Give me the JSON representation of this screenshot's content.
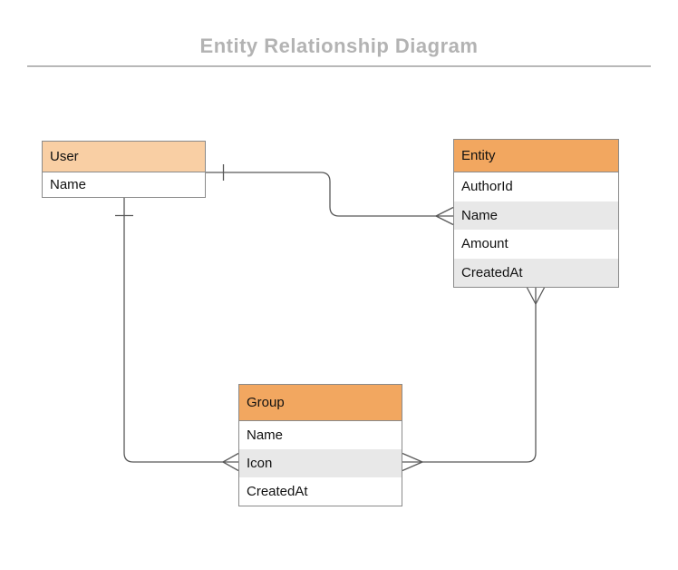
{
  "title": "Entity Relationship Diagram",
  "colors": {
    "user_header": "#f9cfa4",
    "entity_header": "#f2a760",
    "group_header": "#f2a760",
    "row_stripe": "#e8e8e8",
    "table_border": "#8a8a8a",
    "connector": "#595959",
    "title_text": "#b3b3b3",
    "divider": "#b8b8b8"
  },
  "tables": [
    {
      "name": "User",
      "rows": [
        {
          "label": "Name"
        }
      ]
    },
    {
      "name": "Entity",
      "rows": [
        {
          "label": "AuthorId"
        },
        {
          "label": "Name"
        },
        {
          "label": "Amount"
        },
        {
          "label": "CreatedAt"
        }
      ]
    },
    {
      "name": "Group",
      "rows": [
        {
          "label": "Name"
        },
        {
          "label": "Icon"
        },
        {
          "label": "CreatedAt"
        }
      ]
    }
  ],
  "relationships": [
    {
      "from": "User",
      "from_field": "",
      "to": "Entity",
      "to_field": "Name",
      "from_cardinality": "one",
      "to_cardinality": "many"
    },
    {
      "from": "User",
      "from_field": "",
      "to": "Group",
      "to_field": "Icon",
      "from_cardinality": "one",
      "to_cardinality": "many"
    },
    {
      "from": "Entity",
      "from_field": "",
      "to": "Group",
      "to_field": "Icon",
      "from_cardinality": "many",
      "to_cardinality": "many"
    }
  ]
}
